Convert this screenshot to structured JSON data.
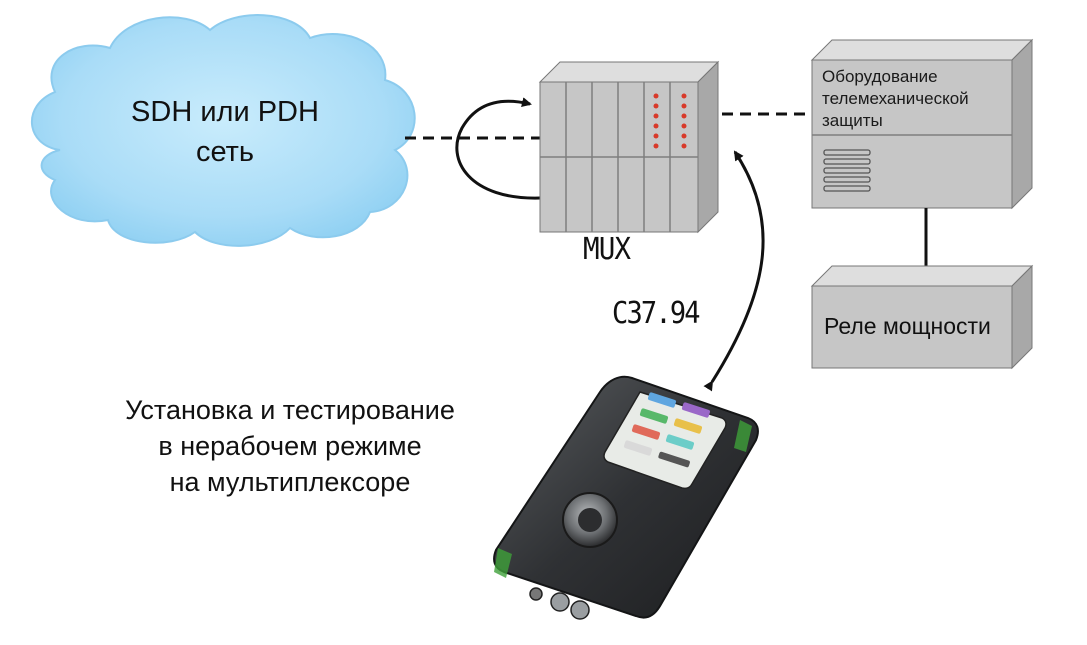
{
  "network": {
    "line1": "SDH или PDH",
    "line2": "сеть"
  },
  "mux": {
    "label": "MUX"
  },
  "protocol": {
    "label": "C37.94"
  },
  "protection_equipment": {
    "line1": "Оборудование",
    "line2": "телемеханической",
    "line3": "защиты"
  },
  "relay": {
    "label": "Реле мощности"
  },
  "caption": {
    "line1": "Установка и тестирование",
    "line2": "в нерабочем режиме",
    "line3": "на мультиплексоре"
  },
  "colors": {
    "cloud": "#a9dcf7",
    "cloud_edge": "#7cc4ec",
    "box_front": "#c6c6c6",
    "box_top": "#dedede",
    "box_side": "#a8a8a8",
    "mux_led": "#d83a2a",
    "line": "#111111"
  },
  "icons": {
    "tester": "handheld-tester-icon"
  }
}
